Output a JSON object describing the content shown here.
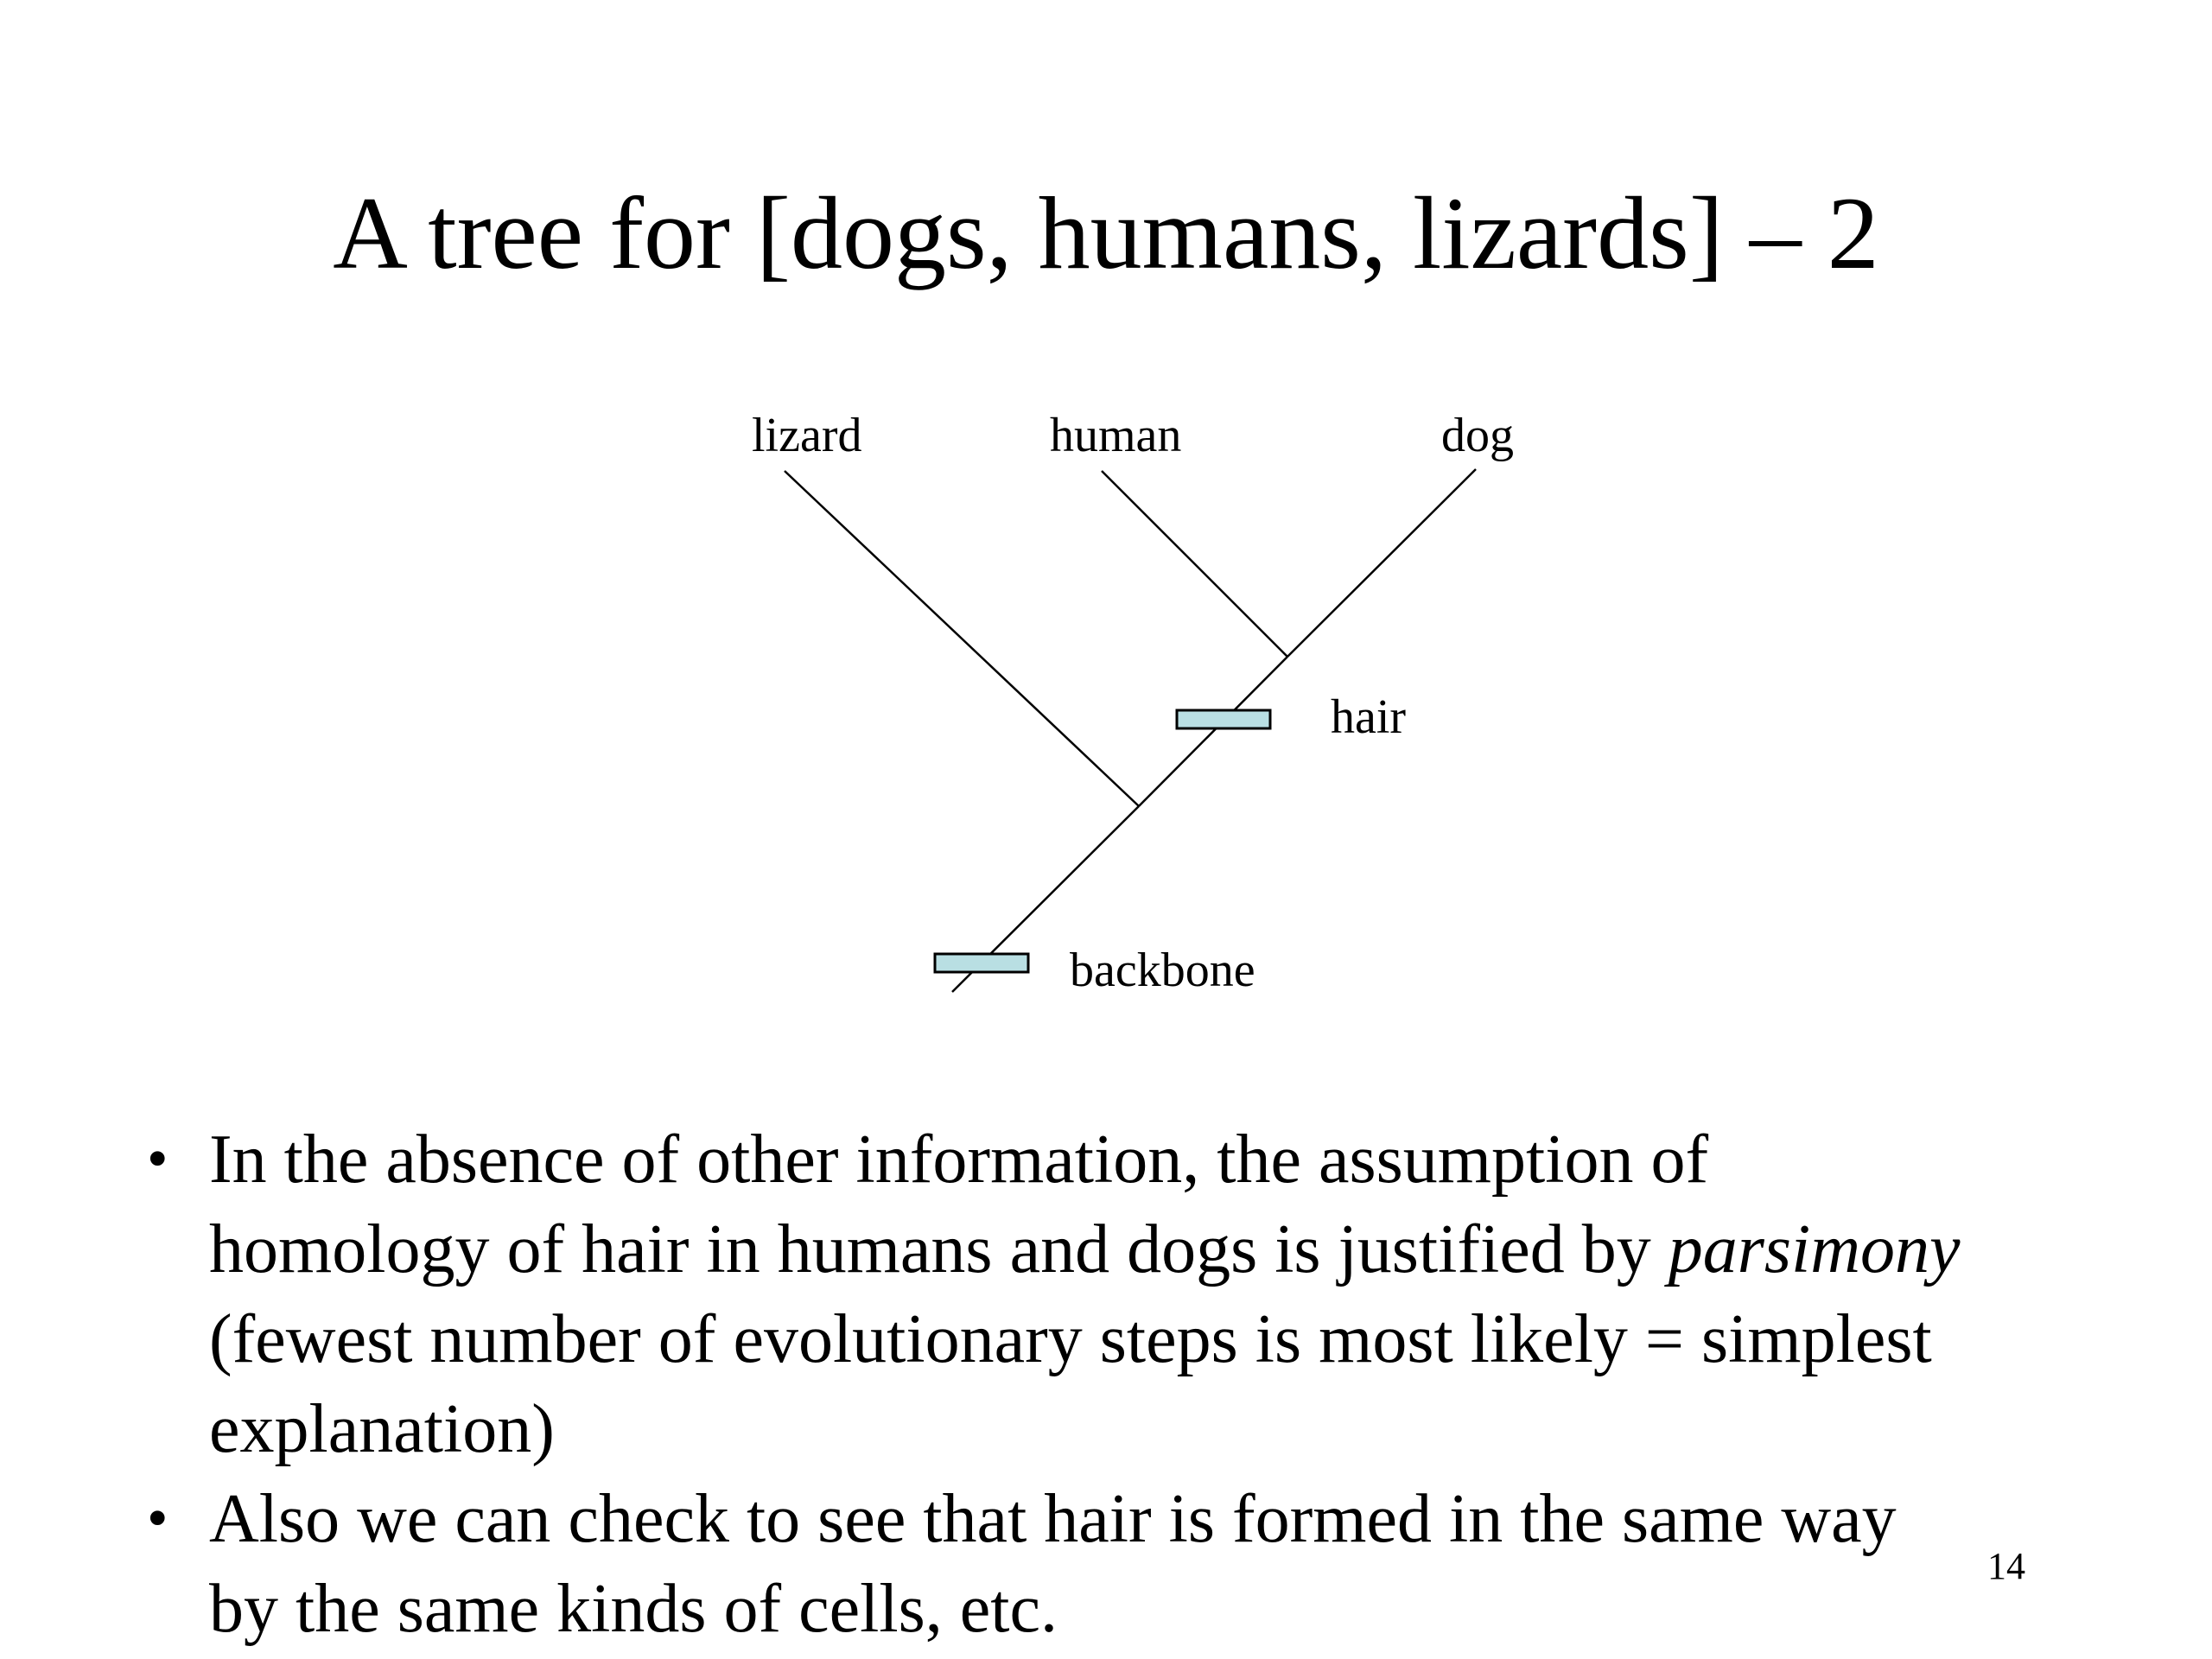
{
  "title": "A tree for [dogs, humans, lizards] – 2",
  "tree": {
    "taxa": {
      "lizard": "lizard",
      "human": "human",
      "dog": "dog"
    },
    "traits": {
      "hair": "hair",
      "backbone": "backbone"
    },
    "colors": {
      "trait_fill": "#b9dfe3",
      "line": "#000000"
    }
  },
  "bullets": [
    {
      "before": "In the absence of other information, the assumption of homology of hair in humans and dogs is justified by ",
      "emphasis": "parsimony",
      "after": " (fewest number of evolutionary steps is most likely = simplest explanation)"
    },
    {
      "before": "Also we can check to see that hair is formed in the same way by the same kinds of cells, etc.",
      "emphasis": "",
      "after": ""
    }
  ],
  "page_number": "14"
}
